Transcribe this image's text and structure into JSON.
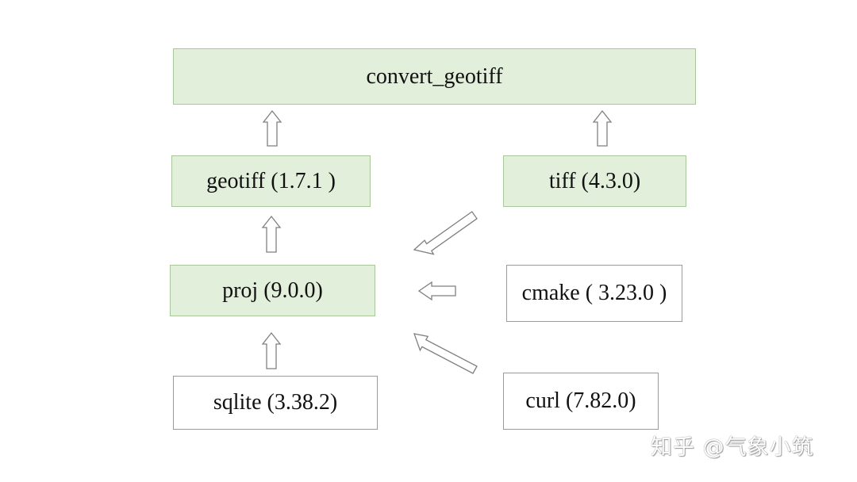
{
  "nodes": {
    "convert_geotiff": "convert_geotiff",
    "geotiff": "geotiff (1.7.1 )",
    "tiff": "tiff (4.3.0)",
    "proj": "proj (9.0.0)",
    "cmake": "cmake ( 3.23.0 )",
    "sqlite": "sqlite (3.38.2)",
    "curl": "curl (7.82.0)"
  },
  "colors": {
    "built_node_fill": "#e2efda",
    "dependency_node_fill": "#ffffff",
    "arrow_stroke": "#7f7f7f"
  },
  "edges": [
    {
      "from": "geotiff",
      "to": "convert_geotiff"
    },
    {
      "from": "tiff",
      "to": "convert_geotiff"
    },
    {
      "from": "proj",
      "to": "geotiff"
    },
    {
      "from": "sqlite",
      "to": "proj"
    },
    {
      "from": "tiff",
      "to": "proj"
    },
    {
      "from": "cmake",
      "to": "proj"
    },
    {
      "from": "curl",
      "to": "proj"
    }
  ],
  "watermark": "知乎 @气象小筑"
}
